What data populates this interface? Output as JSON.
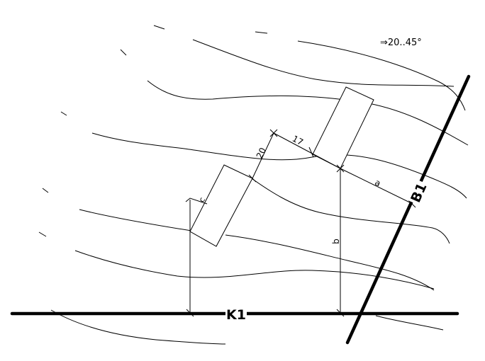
{
  "slope_note": "⇒20..45°",
  "lines": {
    "road": "K1",
    "boundary": "B1"
  },
  "dimensions": {
    "offset_20": "20",
    "offset_17": "17",
    "label_a": "a",
    "label_b": "b",
    "label_c": "c"
  }
}
